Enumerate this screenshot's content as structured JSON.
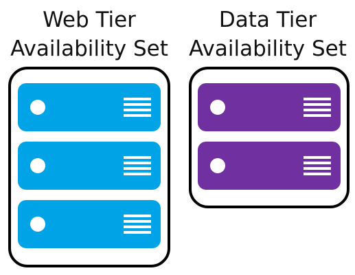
{
  "web_tier": {
    "title_line1": "Web Tier",
    "title_line2": "Availability Set",
    "server_color": "#00a4e6",
    "server_icon": "server-icon",
    "server_count": 3
  },
  "data_tier": {
    "title_line1": "Data Tier",
    "title_line2": "Availability Set",
    "server_color": "#7030a0",
    "server_icon": "server-icon",
    "server_count": 2
  },
  "border_color": "#000000"
}
